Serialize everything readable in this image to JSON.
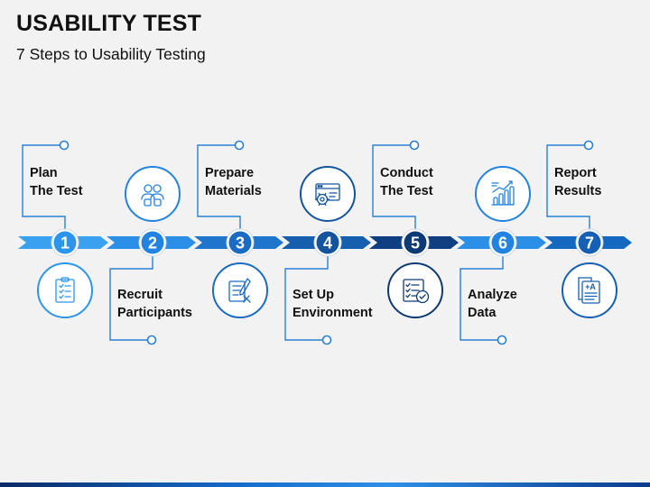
{
  "title": "USABILITY TEST",
  "subtitle": "7 Steps to Usability Testing",
  "colors": {
    "connector": "#2a7fd4",
    "segments": [
      "#3aa0f0",
      "#2b8fe8",
      "#1f74cc",
      "#165fae",
      "#0f3f80",
      "#2b8fe8",
      "#1468c0"
    ],
    "step_fills": [
      "#2b95ec",
      "#2383e0",
      "#1a6bc4",
      "#14549e",
      "#0d3a74",
      "#2383e0",
      "#155fb4"
    ]
  },
  "steps": [
    {
      "number": "1",
      "label_line1": "Plan",
      "label_line2": "The Test",
      "position": "above",
      "icon": "clipboard-checklist-icon"
    },
    {
      "number": "2",
      "label_line1": "Recruit",
      "label_line2": "Participants",
      "position": "below",
      "icon": "people-group-icon"
    },
    {
      "number": "3",
      "label_line1": "Prepare",
      "label_line2": "Materials",
      "position": "above",
      "icon": "design-tools-icon"
    },
    {
      "number": "4",
      "label_line1": "Set Up",
      "label_line2": "Environment",
      "position": "below",
      "icon": "browser-settings-icon"
    },
    {
      "number": "5",
      "label_line1": "Conduct",
      "label_line2": "The Test",
      "position": "above",
      "icon": "checklist-approve-icon"
    },
    {
      "number": "6",
      "label_line1": "Analyze",
      "label_line2": "Data",
      "position": "below",
      "icon": "growth-chart-icon"
    },
    {
      "number": "7",
      "label_line1": "Report",
      "label_line2": "Results",
      "position": "above",
      "icon": "report-document-icon"
    }
  ]
}
